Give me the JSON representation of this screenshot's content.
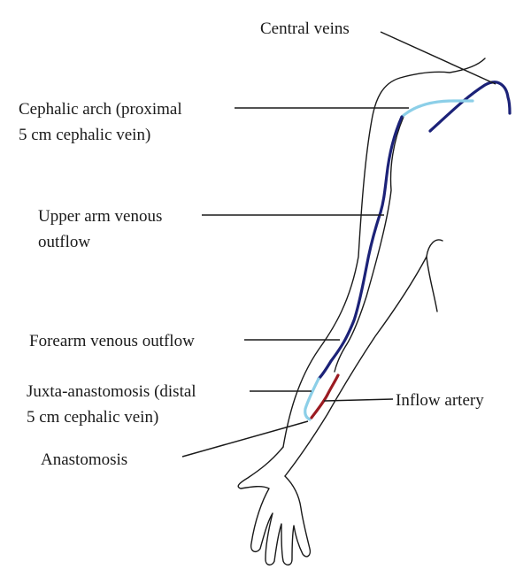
{
  "labels": {
    "central_veins": "Central veins",
    "cephalic_arch_line1": "Cephalic arch (proximal",
    "cephalic_arch_line2": "5 cm cephalic vein)",
    "upper_arm_line1": "Upper arm venous",
    "upper_arm_line2": "outflow",
    "forearm": "Forearm venous outflow",
    "juxta_line1": "Juxta-anastomosis (distal",
    "juxta_line2": "5 cm cephalic vein)",
    "inflow_artery": "Inflow artery",
    "anastomosis": "Anastomosis"
  },
  "colors": {
    "vein_dark": "#1c2278",
    "vein_light": "#8ccfe8",
    "artery": "#9b1b22",
    "outline": "#1a1a1a"
  }
}
